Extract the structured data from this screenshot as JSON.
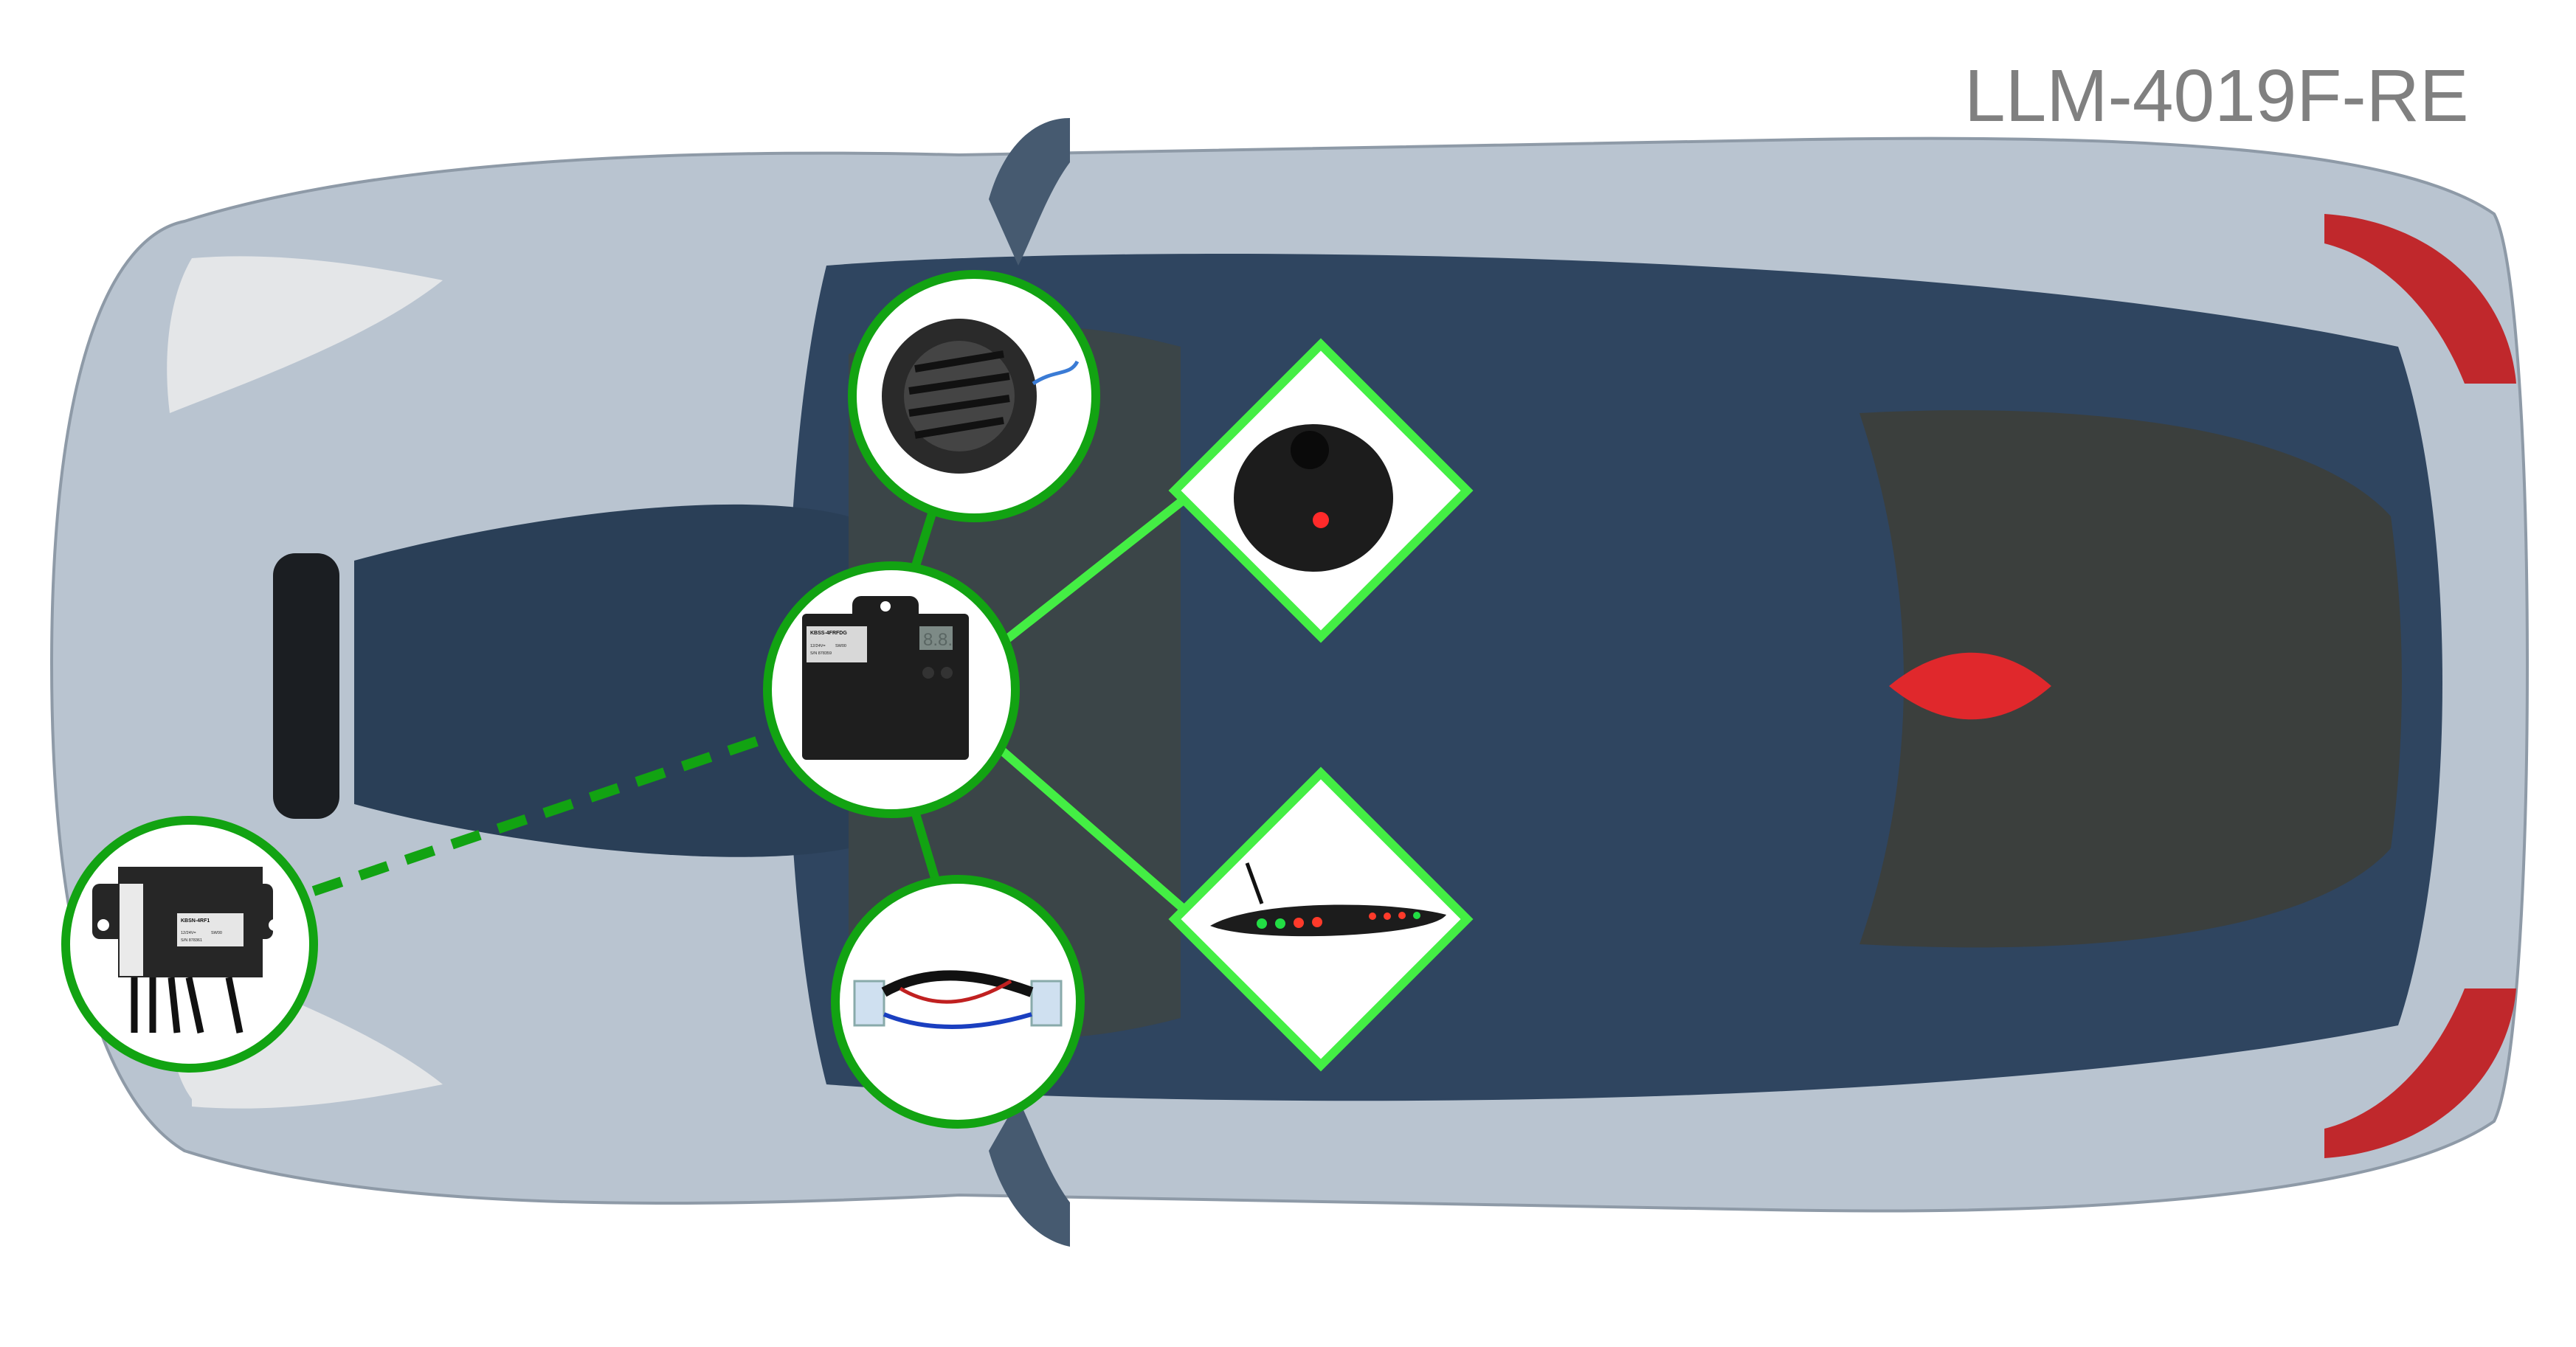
{
  "title": "LLM-4019F-RE",
  "colors": {
    "accent_green": "#12a312",
    "light_green": "#44ee44",
    "car_body": "#b8c3cf",
    "car_cabin": "#2f4560",
    "title_gray": "#808080"
  },
  "components": {
    "control_unit": {
      "model": "KBSS-4FRFDG",
      "voltage": "12/24V=",
      "sw": "SW00",
      "serial": "S/N 878359",
      "display": "8.8."
    },
    "rf_module": {
      "model": "KBSN-4RF1",
      "voltage": "12/24V=",
      "sw": "SW00",
      "serial": "S/N 878361"
    },
    "buzzer": {
      "icon": "speaker-grille-icon"
    },
    "push_button": {
      "icon": "red-led-button-icon"
    },
    "wiring_harness": {
      "icon": "wire-harness-icon"
    },
    "led_display": {
      "icon": "led-bar-display-icon"
    }
  }
}
